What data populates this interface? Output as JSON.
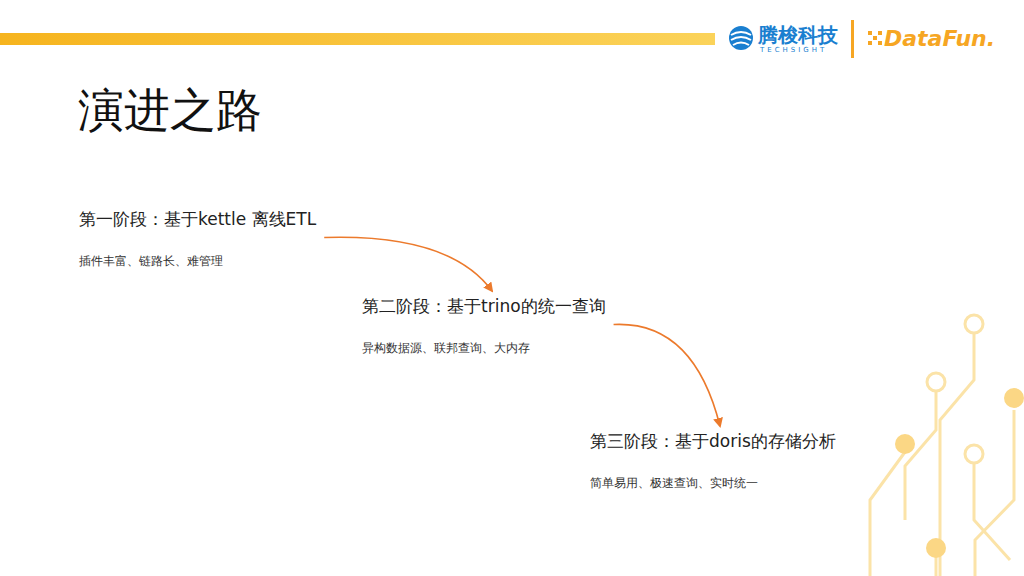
{
  "diagram": {
    "title": "演进之路",
    "nodes": [
      {
        "text": [
          "第一阶段：基于kettle 离线ETL",
          "插件丰富、链路长、难管理"
        ]
      },
      {
        "text": [
          "第二阶段：基于trino的统一查询",
          "异构数据源、联邦查询、大内存"
        ]
      },
      {
        "text": [
          "第三阶段：基于doris的存储分析",
          "简单易用、极速查询、实时统一"
        ]
      }
    ],
    "edges": [
      {
        "from": 0,
        "to": 1,
        "arrow": "to"
      },
      {
        "from": 1,
        "to": 2,
        "arrow": "to"
      }
    ],
    "labels": [
      "腾梭科技",
      "TECHSIGHT",
      "DataFun."
    ]
  }
}
